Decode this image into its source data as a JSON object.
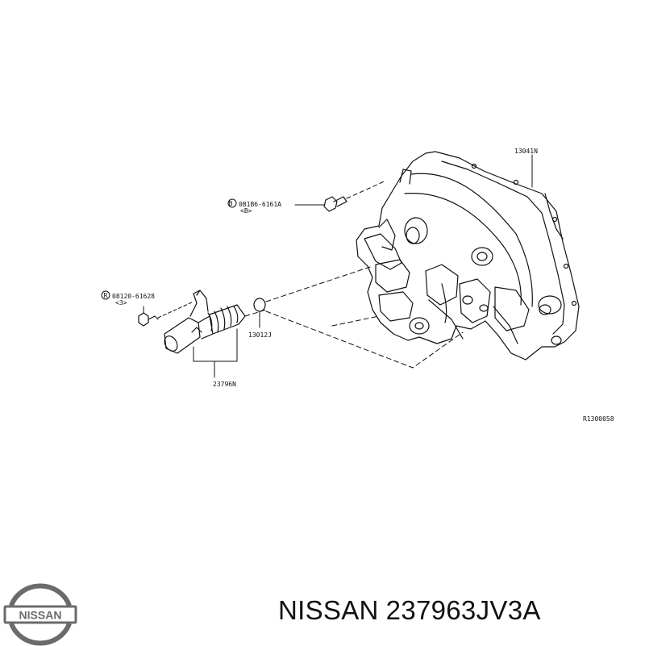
{
  "diagram": {
    "part_labels": {
      "bolt_b": "0B1B6-6161A",
      "bolt_b_qty": "<B>",
      "bolt_3": "08120-61628",
      "bolt_3_qty": "<3>",
      "cover": "13041N",
      "oring": "13012J",
      "valve": "23796N",
      "ref_code": "R1300058"
    },
    "callout_symbols": {
      "b_marker": "B",
      "r_marker": "R"
    }
  },
  "caption": {
    "brand": "NISSAN",
    "part_number": "237963JV3A"
  },
  "logo": {
    "text": "NISSAN",
    "color": "#6b6b6b"
  }
}
